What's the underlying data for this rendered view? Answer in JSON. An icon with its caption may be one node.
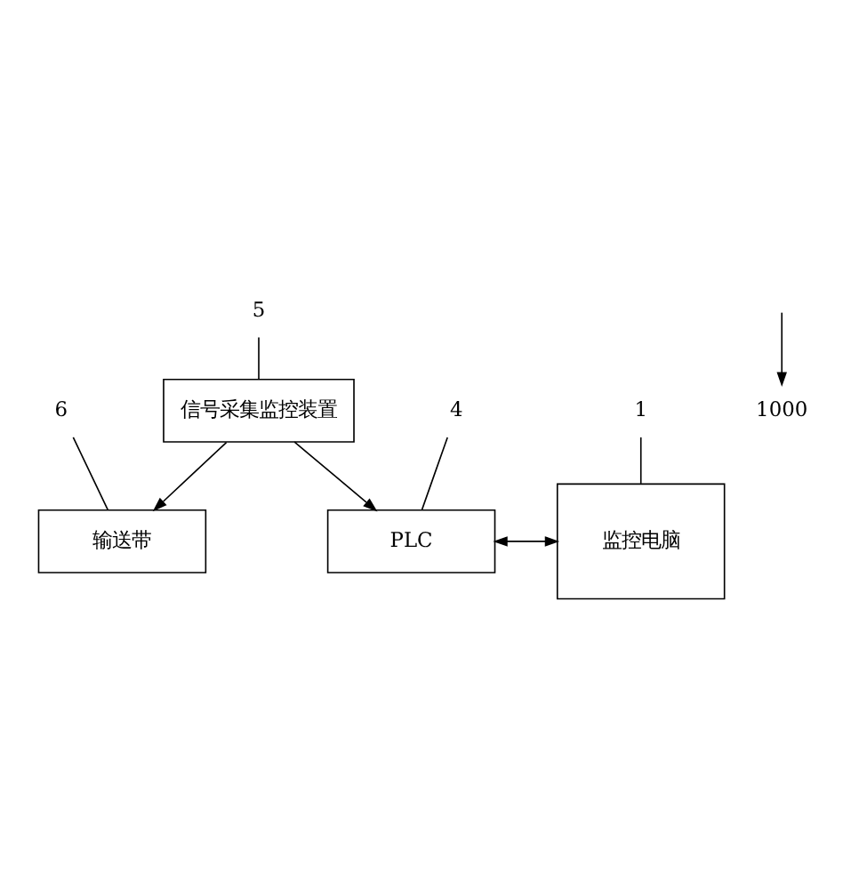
{
  "diagram": {
    "nodes": [
      {
        "text": [
          "监控电脑"
        ]
      },
      {
        "text": [
          "输送带"
        ]
      },
      {
        "text": [
          "信号采集监控装置"
        ]
      },
      {
        "text": [
          "PLC"
        ]
      },
      {
        "text": [
          "1"
        ]
      },
      {
        "text": [
          "6"
        ]
      },
      {
        "text": [
          "5"
        ]
      },
      {
        "text": [
          "4"
        ]
      },
      {
        "text": [
          "1000"
        ]
      }
    ],
    "edges": [
      {
        "from": 2,
        "to": 1,
        "arrow": "to"
      },
      {
        "from": 2,
        "to": 3,
        "arrow": "to"
      },
      {
        "from": 3,
        "to": 0,
        "arrow": "both"
      },
      {
        "from": 4,
        "to": 0,
        "arrow": "none"
      },
      {
        "from": 5,
        "to": 1,
        "arrow": "none"
      },
      {
        "from": 6,
        "to": 2,
        "arrow": "none"
      },
      {
        "from": 7,
        "to": 3,
        "arrow": "none"
      },
      {
        "from": null,
        "to": 8,
        "arrow": "to"
      }
    ]
  }
}
